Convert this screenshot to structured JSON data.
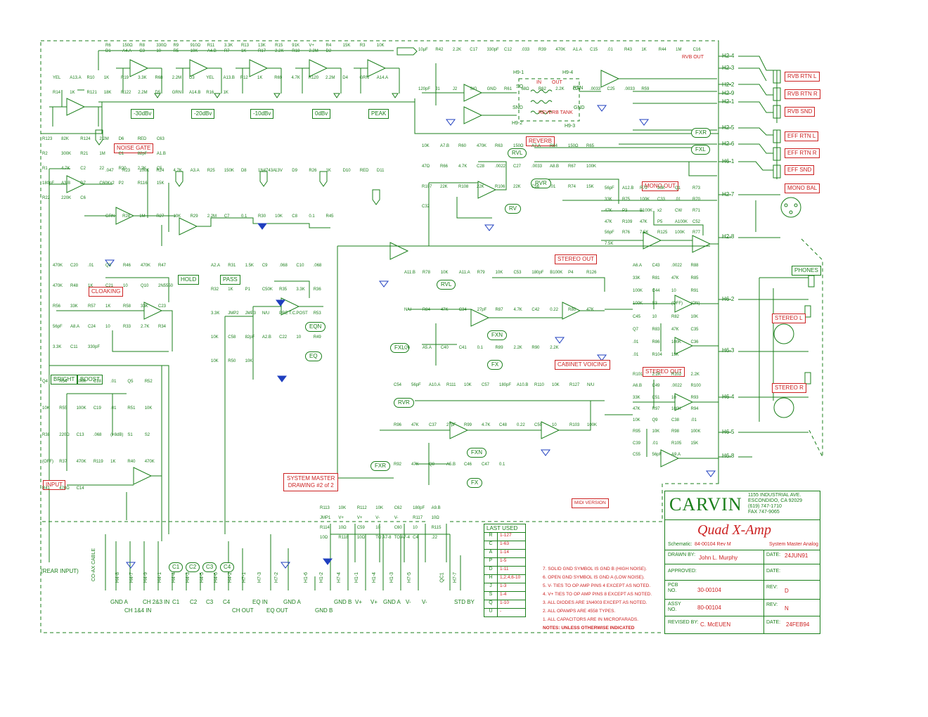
{
  "company": {
    "logo": "CARVIN",
    "address_lines": [
      "1155 INDUSTRIAL AVE.",
      "ESCONDIDO, CA 92029",
      "(619) 747-1710",
      "FAX 747-9065"
    ]
  },
  "title_block": {
    "product": "Quad X-Amp",
    "schematic_label": "Schematic:",
    "schematic_value": "84-00104 Rev M",
    "schematic_desc": "System Master Analog",
    "drawn_by_label": "DRAWN BY:",
    "drawn_by": "John L. Murphy",
    "date_label": "DATE:",
    "drawn_date": "24JUN91",
    "approved_label": "APPROVED:",
    "approved_date_label": "DATE:",
    "pcb_label": "PCB\nNO.",
    "pcb_no": "30-00104",
    "pcb_rev_label": "REV:",
    "pcb_rev": "D",
    "assy_label": "ASSY\nNO.",
    "assy_no": "80-00104",
    "assy_rev_label": "REV:",
    "assy_rev": "N",
    "revised_by_label": "REVISED BY:",
    "revised_by": "C. McEUEN",
    "revised_date_label": "DATE:",
    "revised_date": "24FEB94"
  },
  "last_used": {
    "header": "LAST USED",
    "rows": [
      {
        "k": "R",
        "v": "1-127"
      },
      {
        "k": "C",
        "v": "1-63"
      },
      {
        "k": "A",
        "v": "1-14"
      },
      {
        "k": "P",
        "v": "1-5"
      },
      {
        "k": "D",
        "v": "1-11"
      },
      {
        "k": "H",
        "v": "1,2,4,6-10"
      },
      {
        "k": "J",
        "v": "1-3"
      },
      {
        "k": "S",
        "v": "1-4"
      },
      {
        "k": "Q",
        "v": "1-10"
      },
      {
        "k": "U",
        "v": "-"
      }
    ]
  },
  "notes": {
    "items": [
      "7.  SOLID GND SYMBOL IS GND B (HIGH NOISE).",
      "6.  OPEN GND SYMBOL IS GND A (LOW NOISE).",
      "5.  V- TIES TO OP AMP PINS 4 EXCEPT AS NOTED.",
      "4.  V+ TIES TO OP AMP PINS 8 EXCEPT AS NOTED.",
      "3.  ALL DIODES ARE 1N4003 EXCEPT AS NOTED.",
      "2.  ALL OPAMPS ARE 4558 TYPES.",
      "1.  ALL CAPACITORS ARE IN MICROFARADS."
    ],
    "title": "NOTES:  UNLESS OTHERWISE INDICATED"
  },
  "drawing_label": {
    "line1": "SYSTEM MASTER",
    "line2": "DRAWING #2 of 2"
  },
  "midi_version": "MIDI VERSION",
  "meter_labels": [
    "-30dBv",
    "-20dBv",
    "-10dBv",
    "0dBv",
    "PEAK"
  ],
  "red_boxes": {
    "noise_gate": "NOISE GATE",
    "cloaking": "CLOAKING",
    "reverb": "REVERB",
    "mono_out": "MONO OUT",
    "stereo_out": "STEREO OUT",
    "stereo_out2": "STEREO OUT",
    "cabinet_voicing": "CABINET VOICING",
    "hold": "HOLD",
    "pass": "PASS",
    "bright": "BRIGHT",
    "boost": "BOOST",
    "input": "INPUT",
    "rvb_rtn_l": "RVB RTN L",
    "rvb_rtn_r": "RVB RTN R",
    "rvb_snd": "RVB SND",
    "eff_rtn_l": "EFF RTN L",
    "eff_rtn_r": "EFF RTN R",
    "eff_snd": "EFF SND",
    "mono_bal": "MONO BAL",
    "phones": "PHONES",
    "stereo_l": "STEREO L",
    "stereo_r": "STEREO R"
  },
  "pills": {
    "rvl1": "RVL",
    "rvr1": "RVR",
    "rv": "RV",
    "eqn": "EQN",
    "eq": "EQ",
    "rvl2": "RVL",
    "fxn1": "FXN",
    "fxl": "FXL",
    "fx1": "FX",
    "rvr2": "RVR",
    "fxn2": "FXN",
    "fxr": "FXR",
    "fx2": "FX",
    "fxr_right": "FXR",
    "fxl_right": "FXL"
  },
  "connectors_right": [
    "H2-4",
    "H2-3",
    "H2-2",
    "H2-9",
    "H2-1",
    "H2-5",
    "H2-6",
    "H6-1",
    "H2-7",
    "H2-8",
    "H6-2",
    "H6-3",
    "H6-4",
    "H6-5",
    "H6-8"
  ],
  "h9": {
    "h9_1": "H9-1",
    "h9_2": "H9-2",
    "h9_3": "H9-3",
    "h9_4": "H9-4",
    "so": "SO",
    "snd": "SND",
    "rtn": "RTN",
    "gnd": "GND",
    "in": "IN",
    "out": "OUT",
    "tank": "REVERB\nTANK",
    "rvb_out": "RVB OUT"
  },
  "bottom_connectors": [
    "H4-8",
    "H4-7",
    "H4-9",
    "H4-1",
    "H4-4",
    "H4-3",
    "H4-5",
    "H4-6",
    "H4-2",
    "H7-1",
    "H7-3",
    "H7-2",
    "H1-6",
    "H1-2",
    "H7-4",
    "H1-1",
    "H1-4",
    "H1-3",
    "H7-5",
    "QC1",
    "H7-7"
  ],
  "bottom_labels": [
    "GND A",
    "CH 2&3 IN",
    "C1",
    "C2",
    "C3",
    "C4",
    "EQ IN",
    "GND A",
    "GND B",
    "V+",
    "V+",
    "GND A",
    "V-",
    "V-",
    "STD BY",
    "CH 1&4 IN",
    "CH OUT",
    "EQ OUT",
    "GND B"
  ],
  "circle_labels": [
    "C1",
    "C2",
    "C3",
    "C4"
  ],
  "rear_input": "(REAR INPUT)",
  "components_text": [
    "R6",
    "150Ω",
    "R8",
    "330Ω",
    "R9",
    "910Ω",
    "R11",
    "3.3K",
    "R13",
    "13K",
    "R15",
    "91K",
    "V+",
    "R4",
    "15K",
    "R3",
    "10K",
    "D1",
    "A4.A",
    "C3",
    "10",
    "R5",
    "10K",
    "A4.B",
    "R7",
    "1K",
    "R17",
    "2.2K",
    "R18",
    "2.2M",
    "D2",
    "YEL",
    "A13.A",
    "R10",
    "1K",
    "R19",
    "3.3K",
    "R68",
    "2.2M",
    "D3",
    "YEL",
    "A13.B",
    "R12",
    "1K",
    "R69",
    "4.7K",
    "R120",
    "2.2M",
    "D4",
    "GRN",
    "A14.A",
    "R14",
    "1K",
    "R121",
    "18K",
    "R122",
    "2.2M",
    "D5",
    "GRN",
    "A14.B",
    "R16",
    "1K",
    "R123",
    "82K",
    "R124",
    "2.2M",
    "D6",
    "RED",
    "C63",
    "R2",
    "300K",
    "R21",
    "1M",
    "C1",
    "82pF",
    "A1.B",
    "R1",
    "4.7K",
    "C2",
    "22",
    "R20",
    "2.2K",
    "C5",
    "180pF",
    "A3.B",
    "D7",
    "C60Kx2",
    "P2",
    "R116",
    "15K",
    "R22",
    "220K",
    "C6",
    ".047",
    "R23",
    "100K",
    "R24",
    "4.7K",
    "A3.A",
    "R25",
    "150K",
    "D8",
    "1N4743A",
    "13V",
    "D9",
    "R26",
    "1K",
    "D10",
    "RED",
    "D11",
    "GRN",
    "R28",
    "1M",
    "R27",
    "10K",
    "R29",
    "2.2M",
    "C7",
    "0.1",
    "R30",
    "10K",
    "C8",
    "0.1",
    "R45",
    "470K",
    "C20",
    ".01",
    "Q3",
    "R46",
    "470K",
    "R47",
    "470K",
    "R48",
    "1K",
    "C21",
    "10",
    "Q10",
    "2N5550",
    "R56",
    "33K",
    "R57",
    "1K",
    "R58",
    "33K",
    "C23",
    "56pF",
    "A8.A",
    "C24",
    "10",
    "R33",
    "2.7K",
    "R34",
    "3.3K",
    "C11",
    "330pF",
    "A2.A",
    "R31",
    "1.5K",
    "C9",
    ".068",
    "C10",
    ".068",
    "R32",
    "1K",
    "P1",
    "C50K",
    "R35",
    "3.3K",
    "R36",
    "3.3K",
    "JMP2",
    "JMP3",
    "N/U",
    "PRE T.C.",
    "POST",
    "R53",
    "10K",
    "C58",
    "82pF",
    "A2.B",
    "C22",
    "10",
    "R49",
    "10K",
    "R50",
    "10K",
    "Q4",
    "R54",
    "100K",
    "C18",
    ".01",
    "Q5",
    "R52",
    "10K",
    "R55",
    "100K",
    "C19",
    ".01",
    "R51",
    "10K",
    "R38",
    "220Ω",
    "C13",
    ".068",
    "(+8dB)",
    "S1",
    "S2",
    "(OFF)",
    "R37",
    "470K",
    "R119",
    "1K",
    "R40",
    "470K",
    "R41",
    "470Ω",
    "C14",
    "10μF",
    "R42",
    "2.2K",
    "C17",
    "330pF",
    "C12",
    ".033",
    "R39",
    "470K",
    "A1.A",
    "C15",
    ".01",
    "R43",
    "1K",
    "R44",
    "1M",
    "C16",
    "120pF",
    "J1",
    "J2",
    "SIG",
    "GND",
    "R61",
    "68Ω",
    "R62",
    "2.2K",
    "C26",
    ".0033",
    "C25",
    ".0033",
    "R59",
    "10K",
    "A7.B",
    "R60",
    "470K",
    "R63",
    "150Ω",
    "A7.A",
    "R64",
    "150Ω",
    "R65",
    "47Ω",
    "R66",
    "4.7K",
    "C28",
    ".0022",
    "C27",
    ".0033",
    "A8.B",
    "R67",
    "100K",
    "R107",
    "22K",
    "R108",
    "22K",
    "R106",
    "22K",
    "C56",
    ".01",
    "R74",
    "15K",
    "C32",
    "56pF",
    "A12.B",
    "R72",
    "33K",
    "Q1",
    "R73",
    "33K",
    "R75",
    "100K",
    "C33",
    ".01",
    "R70",
    "47K",
    "P3",
    "B100K",
    "x2",
    "CW",
    "R71",
    "47K",
    "R109",
    "47K",
    "P5",
    "A100K",
    "C52",
    "56pF",
    "R76",
    "7.5K",
    "R125",
    "100K",
    "R77",
    "7.5K",
    "A11.B",
    "R78",
    "10K",
    "A11.A",
    "R79",
    "10K",
    "C53",
    "180pF",
    "B100K",
    "P4",
    "R126",
    "N/U",
    "R84",
    "47K",
    "C34",
    "27pF",
    "R87",
    "4.7K",
    "C42",
    "0.22",
    "R80",
    "47K",
    "Q6",
    "A5.A",
    "C40",
    "C41",
    "0.1",
    "R89",
    "2.2K",
    "R90",
    "2.2K",
    "A6.A",
    "C43",
    ".0022",
    "R88",
    "33K",
    "R81",
    "47K",
    "R85",
    "100K",
    "C44",
    "10",
    "R91",
    "100K",
    "S3",
    "(OFF)",
    "(ON)",
    "C45",
    "10",
    "R82",
    "10K",
    "Q7",
    "R83",
    "47K",
    "C35",
    ".01",
    "R86",
    "100K",
    "C36",
    ".01",
    "R104",
    "15K",
    "C54",
    "56pF",
    "A10.A",
    "R111",
    "10K",
    "C57",
    "180pF",
    "A10.B",
    "R110",
    "10K",
    "R127",
    "N/U",
    "R96",
    "47K",
    "C37",
    "27pF",
    "R99",
    "4.7K",
    "C48",
    "0.22",
    "C50",
    "10",
    "R103",
    "100K",
    "R92",
    "47K",
    "Q8",
    "A5.B",
    "C46",
    "C47",
    "0.1",
    "R101",
    "2.2K",
    "R102",
    "2.2K",
    "A6.B",
    "C49",
    ".0022",
    "R100",
    "33K",
    "C51",
    "10",
    "R93",
    "47K",
    "R97",
    "100K",
    "R94",
    "10K",
    "Q9",
    "C38",
    ".01",
    "R95",
    "10K",
    "R98",
    "100K",
    "C39",
    ".01",
    "R105",
    "15K",
    "C55",
    "56pF",
    "A9.A",
    "R113",
    "10K",
    "R112",
    "10K",
    "C62",
    "180pF",
    "A9.B",
    "JMP1",
    "V+",
    "V+",
    "V-",
    "V-",
    "R117",
    "10Ω",
    "R114",
    "10Ω",
    "C59",
    "10",
    "C60",
    "10",
    "R115",
    "10Ω",
    "R118",
    "10Ω",
    "TO A7-8",
    "TO A7-4",
    "C4",
    ".22"
  ],
  "cable_label": "CO-AX CABLE",
  "colors": {
    "line": "#1b7f1b",
    "annotation": "#cc2222",
    "ground": "#1f3fbf"
  }
}
